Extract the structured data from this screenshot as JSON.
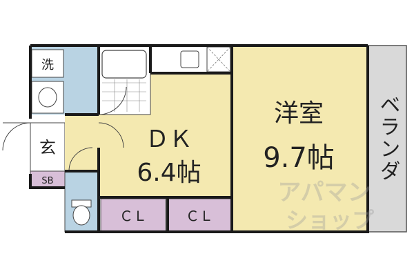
{
  "rooms": {
    "washer": "洗",
    "entrance": "玄",
    "shoe_box": "SB",
    "dk_name": "ＤＫ",
    "dk_size": "6.4帖",
    "western_name": "洋室",
    "western_size": "9.7帖",
    "closet_1": "ＣＬ",
    "closet_2": "ＣＬ",
    "veranda": "ベランダ"
  },
  "watermark": {
    "line1": "アパマン",
    "line2": "ショップ"
  },
  "colors": {
    "wet_area": "#b9d3e3",
    "dk_floor": "#f4e9b0",
    "western_floor": "#f4e9b0",
    "closet": "#d8bfd8",
    "shoe_box": "#d8bfd8",
    "veranda": "#d9d9d9",
    "wall": "#1a1a1a"
  }
}
